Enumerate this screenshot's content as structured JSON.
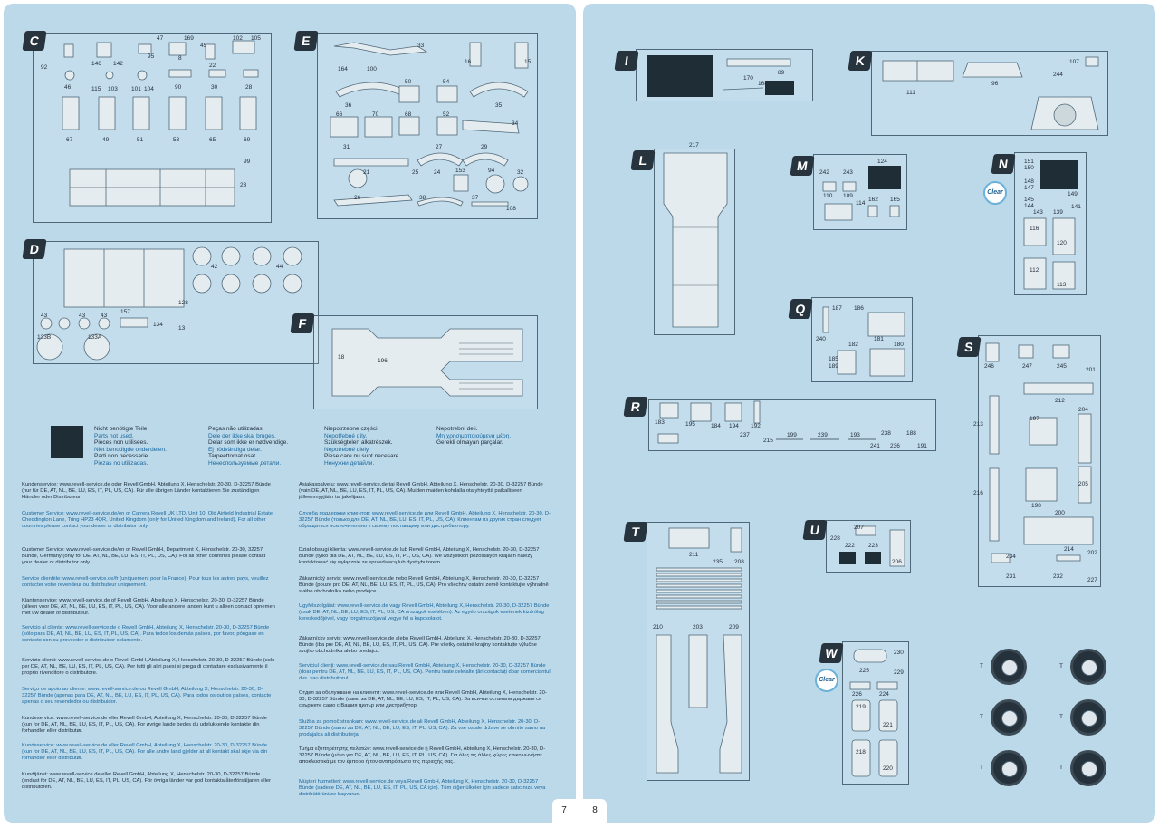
{
  "pages": {
    "left_number": "7",
    "right_number": "8"
  },
  "sections": {
    "C": "C",
    "D": "D",
    "E": "E",
    "F": "F",
    "I": "I",
    "K": "K",
    "L": "L",
    "M": "M",
    "N": "N",
    "Q": "Q",
    "R": "R",
    "S": "S",
    "T": "T",
    "U": "U",
    "W": "W"
  },
  "clear_badge": "Clear",
  "labels": {
    "C": [
      "92",
      "146",
      "142",
      "47",
      "95",
      "169",
      "8",
      "45",
      "22",
      "102",
      "105",
      "46",
      "115",
      "103",
      "101",
      "104",
      "90",
      "30",
      "28",
      "67",
      "49",
      "51",
      "53",
      "65",
      "69",
      "99",
      "23"
    ],
    "D": [
      "42",
      "44",
      "128",
      "43",
      "43",
      "43",
      "157",
      "134",
      "13",
      "133B",
      "133A"
    ],
    "E": [
      "164",
      "100",
      "33",
      "16",
      "15",
      "36",
      "50",
      "54",
      "35",
      "66",
      "70",
      "68",
      "52",
      "34",
      "31",
      "27",
      "29",
      "21",
      "25",
      "24",
      "153",
      "94",
      "32",
      "26",
      "38",
      "37",
      "108"
    ],
    "F": [
      "18",
      "196"
    ],
    "I": [
      "170",
      "89",
      "168"
    ],
    "K": [
      "107",
      "111",
      "96",
      "244"
    ],
    "L": [
      "217"
    ],
    "M": [
      "242",
      "243",
      "124",
      "110",
      "109",
      "114",
      "162",
      "165"
    ],
    "N": [
      "151",
      "150",
      "148",
      "147",
      "145",
      "144",
      "143",
      "139",
      "149",
      "141",
      "116",
      "120",
      "112",
      "113"
    ],
    "Q": [
      "187",
      "186",
      "240",
      "182",
      "181",
      "185",
      "189",
      "180"
    ],
    "R": [
      "183",
      "195",
      "184",
      "194",
      "192",
      "237",
      "215",
      "199",
      "239",
      "193",
      "238",
      "241",
      "236",
      "188",
      "191"
    ],
    "S": [
      "246",
      "247",
      "245",
      "201",
      "212",
      "213",
      "204",
      "197",
      "216",
      "198",
      "205",
      "200",
      "234",
      "214",
      "202",
      "231",
      "232",
      "227"
    ],
    "T": [
      "211",
      "235",
      "208",
      "210",
      "203",
      "209"
    ],
    "U": [
      "207",
      "228",
      "222",
      "223",
      "206"
    ],
    "W": [
      "225",
      "230",
      "229",
      "226",
      "224",
      "219",
      "221",
      "218",
      "220"
    ],
    "wheels": [
      "T",
      "T",
      "T",
      "T",
      "T",
      "T"
    ]
  },
  "legend": {
    "col1": [
      "Nicht benötigte Teile",
      "Parts not used.",
      "Pièces non utilisées.",
      "Niet benodigde onderdelen.",
      "Parti non necessarie.",
      "Piezas no utilizadas."
    ],
    "col2": [
      "Peças não utilizadas.",
      "Dele der ikke skal bruges.",
      "Delar som ikke er nødvendige.",
      "Ej nödvändiga delar.",
      "Tarpeettomat osat.",
      "Ненеспользуемые детали."
    ],
    "col3": [
      "Niepotrzebne części.",
      "Nepotřebné díly.",
      "Szükségtelen alkatrészek.",
      "Nepotrebné diely.",
      "Piese care nu sunt necesare.",
      "Ненужни детайли."
    ],
    "col4": [
      "Nepotrebni deli.",
      "Μη χρησιμοποιούμενα μέρη.",
      "Gerekli olmayan parçalar."
    ]
  },
  "service": {
    "left": [
      "Kundenservice: www.revell-service.de oder Revell GmbH, Abteilung X, Henschelstr. 20-30, D-32257 Bünde (nur für DE, AT, NL, BE, LU, ES, IT, PL, US, CA). Für alle übrigen Länder kontaktieren Sie zuständigen Händler oder Distributeur.",
      "Customer Service: www.revell-service.de/en or Carrera Revell UK LTD, Unit 10, Old Airfield Industrial Estate, Cheddington Lane, Tring HP23 4QR, United Kingdom (only for United Kingdom and Ireland). For all other countries please contact your dealer or distributor only.",
      "Customer Service: www.revell-service.de/en or Revell GmbH, Department X, Henschelstr. 20-30, 32257 Bünde, Germany (only for DE, AT, NL, BE, LU, ES, IT, PL, US, CA). For all other countries please contact your dealer or distributor only.",
      "Service clientèle: www.revell-service.de/fr (uniquement pour la France). Pour tous les autres pays, veuillez contacter votre revendeur ou distributeur uniquement.",
      "Klantenservice: www.revell-service.de of Revell GmbH, Abteilung X, Henschelstr. 20-30, D-32257 Bünde (alleen voor DE, AT, NL, BE, LU, ES, IT, PL, US, CA). Voor alle andere landen kunt u alleen contact opnemen met uw dealer of distributeur.",
      "Servicio al cliente: www.revell-service.de o Revell GmbH, Abteilung X, Henschelstr. 20-30, D-32257 Bünde (sólo para DE, AT, NL, BE, LU, ES, IT, PL, US, CA). Para todos los demás países, por favor, póngase en contacto con su proveedor o distribuidor solamente.",
      "Servizio clienti: www.revell-service.de o Revell GmbH, Abteilung X, Henschelstr. 20-30, D-32257 Bünde (solo per DE, AT, NL, BE, LU, ES, IT, PL, US, CA). Per tutti gli altri paesi si prega di contattare esclusivamente il proprio rivenditore o distributore.",
      "Serviço de apoio ao cliente: www.revell-service.de ou Revell GmbH, Abteilung X, Henschelstr. 20-30, D-32257 Bünde (apenas para DE, AT, NL, BE, LU, ES, IT, PL, US, CA). Para todos os outros países, contacte apenas o seu revendedor ou distribuidor.",
      "Kundeservice: www.revell-service.de eller Revell GmbH, Abteilung X, Henschelstr. 20-30, D-32257 Bünde (kun for DE, AT, NL, BE, LU, ES, IT, PL, US, CA). For øvrige lande bedes du udelukkende kontakte din forhandler eller distributør.",
      "Kundeservice: www.revell-service.de eller Revell GmbH, Abteilung X, Henschelstr. 20-30, D-32257 Bünde (kun for DE, AT, NL, BE, LU, ES, IT, PL, US, CA). For alle andre land gjelder at all kontakt skal skje via din forhandler eller distributør.",
      "Kundtjänst: www.revell-service.de eller Revell GmbH, Abteilung X, Henschelstr. 20-30, D-32257 Bünde (endast för DE, AT, NL, BE, LU, ES, IT, PL, US, CA). För övriga länder var god kontakta återförsäljaren eller distributören."
    ],
    "right": [
      "Asiakaspalvelu: www.revell-service.de tai Revell GmbH, Abteilung X, Henschelstr. 20-30, D-32257 Bünde (vain DE, AT, NL, BE, LU, ES, IT, PL, US, CA). Muiden maiden kohdalla ota yhteyttä paikalliseen jälleenmyyjään tai jakelijaan.",
      "Служба поддержки клиентов: www.revell-service.de или Revell GmbH, Abteilung X, Henschelstr. 20-30, D-32257 Bünde (только для DE, AT, NL, BE, LU, ES, IT, PL, US, CA). Клиентам из других стран следует обращаться исключительно к своему поставщику или дистрибьютору.",
      "Dział obsługi klienta: www.revell-service.de lub Revell GmbH, Abteilung X, Henschelstr. 20-30, D-32257 Bünde (tylko dla DE, AT, NL, BE, LU, ES, IT, PL, US, CA). We wszystkich pozostałych krajach należy kontaktować się wyłącznie ze sprzedawcą lub dystrybutorem.",
      "Zákaznický servis: www.revell-service.de nebo Revell GmbH, Abteilung X, Henschelstr. 20-30, D-32257 Bünde (pouze pro DE, AT, NL, BE, LU, ES, IT, PL, US, CA). Pro všechny ostatní země kontaktujte výhradně svého obchodníka nebo prodejce.",
      "Ügyfélszolgálat: www.revell-service.de vagy Revell GmbH, Abteilung X, Henschelstr. 20-30, D-32257 Bünde (csak DE, AT, NL, BE, LU, ES, IT, PL, US, CA országok esetében). Az egyéb országok esetének kizárólag kereskedőjével, vagy forgalmazójával vegye fel a kapcsolatot.",
      "Zákaznícky servis: www.revell-service.de alebo Revell GmbH, Abteilung X, Henschelstr. 20-30, D-32257 Bünde (iba pre DE, AT, NL, BE, LU, ES, IT, PL, US, CA). Pre všetky ostatné krajiny kontaktujte výlučne svojho obchodníka alebo predajcu.",
      "Serviciul clienți: www.revell-service.de sau Revell GmbH, Abteilung X, Henschelstr. 20-30, D-32257 Bünde (doar pentru DE, AT, NL, BE, LU, ES, IT, PL, US, CA). Pentru toate celelalte țări contactați doar comerciantul dvs. sau distribuitorul.",
      "Отдел за обслужване на клиенти: www.revell-service.de или Revell GmbH, Abteilung X, Henschelstr. 20-30, D-32257 Bünde (само за DE, AT, NL, BE, LU, ES, IT, PL, US, CA). За всички останали държави се свържете само с Вашия дилър или дистрибутор.",
      "Služba za pomoč strankam: www.revell-service.de ali Revell GmbH, Abteilung X, Henschelstr. 20-30, D-32257 Bünde (samo za DE, AT, NL, BE, LU, ES, IT, PL, US, CA). Za vse ostale države se obrnite samo na prodajalca ali distributerja.",
      "Τμήμα εξυπηρέτησης πελατών: www.revell-service.de ή Revell GmbH, Abteilung X, Henschelstr. 20-30, D-32257 Bünde (μόνο για DE, AT, NL, BE, LU, ES, IT, PL, US, CA). Για όλες τις άλλες χώρες επικοινωνήστε αποκλειστικά με τον έμπορο ή τον αντιπρόσωπο της περιοχής σας.",
      "Müşteri hizmetleri: www.revell-service.de veya Revell GmbH, Abteilung X, Henschelstr. 20-30, D-32257 Bünde (sadece DE, AT, NL, BE, LU, ES, IT, PL, US, CA için). Tüm diğer ülkeler için sadece satıcınıza veya distribütörünüze başvurun."
    ]
  }
}
